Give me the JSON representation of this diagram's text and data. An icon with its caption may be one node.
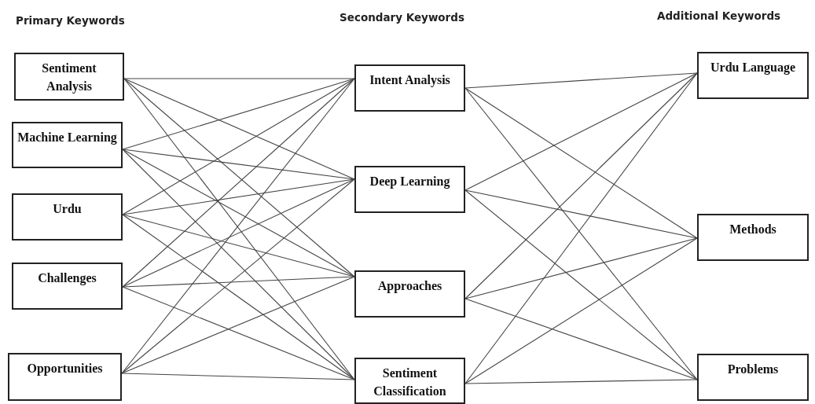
{
  "diagram": {
    "nodes": [
      {
        "text": [
          "Sentiment Analysis"
        ]
      },
      {
        "text": [
          "Machine Learning"
        ]
      },
      {
        "text": [
          "Urdu"
        ]
      },
      {
        "text": [
          "Challenges"
        ]
      },
      {
        "text": [
          "Opportunities"
        ]
      },
      {
        "text": [
          "Intent Analysis"
        ]
      },
      {
        "text": [
          "Deep Learning"
        ]
      },
      {
        "text": [
          "Approaches"
        ]
      },
      {
        "text": [
          "Sentiment Classification"
        ]
      },
      {
        "text": [
          "Urdu Language"
        ]
      },
      {
        "text": [
          "Methods"
        ]
      },
      {
        "text": [
          "Problems"
        ]
      }
    ],
    "edges": [
      {
        "from": 0,
        "to": 5,
        "arrow": "none"
      },
      {
        "from": 0,
        "to": 6,
        "arrow": "none"
      },
      {
        "from": 0,
        "to": 7,
        "arrow": "none"
      },
      {
        "from": 0,
        "to": 8,
        "arrow": "none"
      },
      {
        "from": 1,
        "to": 5,
        "arrow": "none"
      },
      {
        "from": 1,
        "to": 6,
        "arrow": "none"
      },
      {
        "from": 1,
        "to": 7,
        "arrow": "none"
      },
      {
        "from": 1,
        "to": 8,
        "arrow": "none"
      },
      {
        "from": 2,
        "to": 5,
        "arrow": "none"
      },
      {
        "from": 2,
        "to": 6,
        "arrow": "none"
      },
      {
        "from": 2,
        "to": 7,
        "arrow": "none"
      },
      {
        "from": 2,
        "to": 8,
        "arrow": "none"
      },
      {
        "from": 3,
        "to": 5,
        "arrow": "none"
      },
      {
        "from": 3,
        "to": 6,
        "arrow": "none"
      },
      {
        "from": 3,
        "to": 7,
        "arrow": "none"
      },
      {
        "from": 3,
        "to": 8,
        "arrow": "none"
      },
      {
        "from": 4,
        "to": 5,
        "arrow": "none"
      },
      {
        "from": 4,
        "to": 6,
        "arrow": "none"
      },
      {
        "from": 4,
        "to": 7,
        "arrow": "none"
      },
      {
        "from": 4,
        "to": 8,
        "arrow": "none"
      },
      {
        "from": 5,
        "to": 9,
        "arrow": "none"
      },
      {
        "from": 5,
        "to": 10,
        "arrow": "none"
      },
      {
        "from": 5,
        "to": 11,
        "arrow": "none"
      },
      {
        "from": 6,
        "to": 9,
        "arrow": "none"
      },
      {
        "from": 6,
        "to": 10,
        "arrow": "none"
      },
      {
        "from": 6,
        "to": 11,
        "arrow": "none"
      },
      {
        "from": 7,
        "to": 9,
        "arrow": "none"
      },
      {
        "from": 7,
        "to": 10,
        "arrow": "none"
      },
      {
        "from": 7,
        "to": 11,
        "arrow": "none"
      },
      {
        "from": 8,
        "to": 9,
        "arrow": "none"
      },
      {
        "from": 8,
        "to": 10,
        "arrow": "none"
      },
      {
        "from": 8,
        "to": 11,
        "arrow": "none"
      }
    ],
    "labels": [
      "Primary Keywords",
      "Secondary Keywords",
      "Additional Keywords"
    ]
  }
}
